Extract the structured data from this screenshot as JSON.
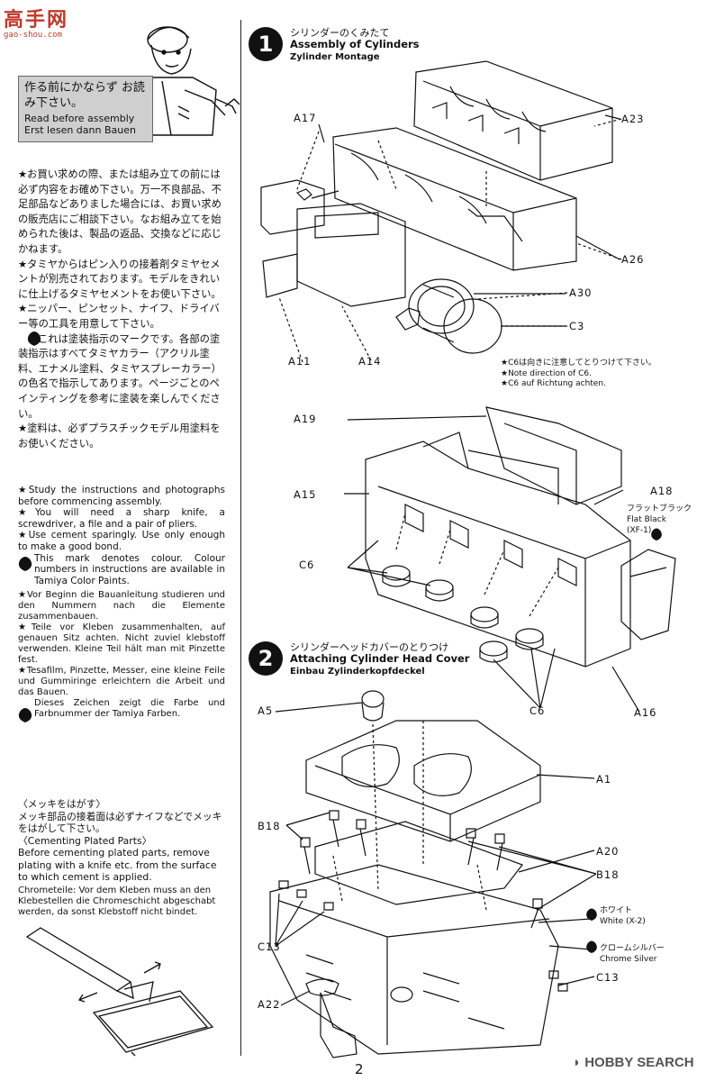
{
  "watermark": {
    "brand": "高手网",
    "url": "gao-shou.com"
  },
  "intro": {
    "jp": "作る前にかならず お読み下さい。",
    "en": "Read before assembly",
    "de": "Erst lesen dann Bauen"
  },
  "jp_notes": [
    "★お買い求めの際、または組み立ての前には必ず内容をお確め下さい。万一不良部品、不足部品などありました場合には、お買い求めの販売店にご相談下さい。なお組み立てを始められた後は、製品の返品、交換などに応じかねます。",
    "★タミヤからはピン入りの接着剤タミヤセメントが別売されております。モデルをきれいに仕上げるタミヤセメントをお使い下さい。",
    "★ニッパー、ピンセット、ナイフ、ドライバー等の工具を用意して下さい。",
    "これは塗装指示のマークです。各部の塗装指示はすべてタミヤカラー（アクリル塗料、エナメル塗料、タミヤスプレーカラー）の色名で指示してあります。ページごとのペインティングを参考に塗装を楽しんでください。",
    "★塗料は、必ずプラスチックモデル用塗料をお使いください。"
  ],
  "en_notes": [
    "★Study the instructions and photographs before commencing assembly.",
    "★You will need a sharp knife, a screwdriver, a file and a pair of pliers.",
    "★Use cement sparingly. Use only enough to make a good bond.",
    "This mark denotes colour. Colour numbers in instructions are available in Tamiya Color Paints."
  ],
  "de_notes": [
    "★Vor Beginn die Bauanleitung studieren und den Nummern nach die Elemente zusammenbauen.",
    "★Teile vor Kleben zusammenhalten, auf genauen Sitz achten. Nicht zuviel klebstoff verwenden. Kleine Teil hält man mit Pinzette fest.",
    "★Tesafilm, Pinzette, Messer, eine kleine Feile und Gummiringe erleichtern die Arbeit und das Bauen.",
    "Dieses Zeichen zeigt die Farbe und Farbnummer der Tamiya Farben."
  ],
  "plated": {
    "jp_title": "〈メッキをはがす〉",
    "jp_body": "メッキ部品の接着面は必ずナイフなどでメッキをはがして下さい。",
    "en_title": "〈Cementing Plated Parts〉",
    "en_body": "Before cementing plated parts, remove plating with a knife etc. from the surface to which cement is applied.",
    "de_body": "Chrometeile: Vor dem Kleben muss an den Klebestellen die Chromeschicht abgeschabt werden, da sonst Klebstoff nicht bindet."
  },
  "step1": {
    "num": "1",
    "jp": "シリンダーのくみたて",
    "en": "Assembly of Cylinders",
    "de": "Zylinder Montage"
  },
  "step2": {
    "num": "2",
    "jp": "シリンダーヘッドカバーのとりつけ",
    "en": "Attaching Cylinder Head Cover",
    "de": "Einbau Zylinderkopfdeckel"
  },
  "labels": {
    "a17": "A17",
    "a23": "A23",
    "a26": "A26",
    "a30": "A30",
    "c3": "C3",
    "a11": "A11",
    "a14": "A14",
    "a19": "A19",
    "a15": "A15",
    "a18": "A18",
    "c6a": "C6",
    "c6b": "C6",
    "a16": "A16",
    "a5": "A5",
    "a1": "A1",
    "b18a": "B18",
    "a20": "A20",
    "b18b": "B18",
    "c13a": "C13",
    "c13b": "C13",
    "a22": "A22"
  },
  "c6_note": {
    "jp": "★C6は向きに注意してとりつけて下さい。",
    "en": "★Note direction of C6.",
    "de": "★C6 auf Richtung achten."
  },
  "paints": {
    "flat_black_jp": "フラットブラック",
    "flat_black_en": "Flat Black",
    "flat_black_code": "(XF-1)",
    "white_jp": "ホワイト",
    "white_en": "White (X-2)",
    "chrome_jp": "クロームシルバー",
    "chrome_en": "Chrome Silver"
  },
  "footer": {
    "page": "2",
    "brand": "◗ HOBBY SEARCH"
  }
}
